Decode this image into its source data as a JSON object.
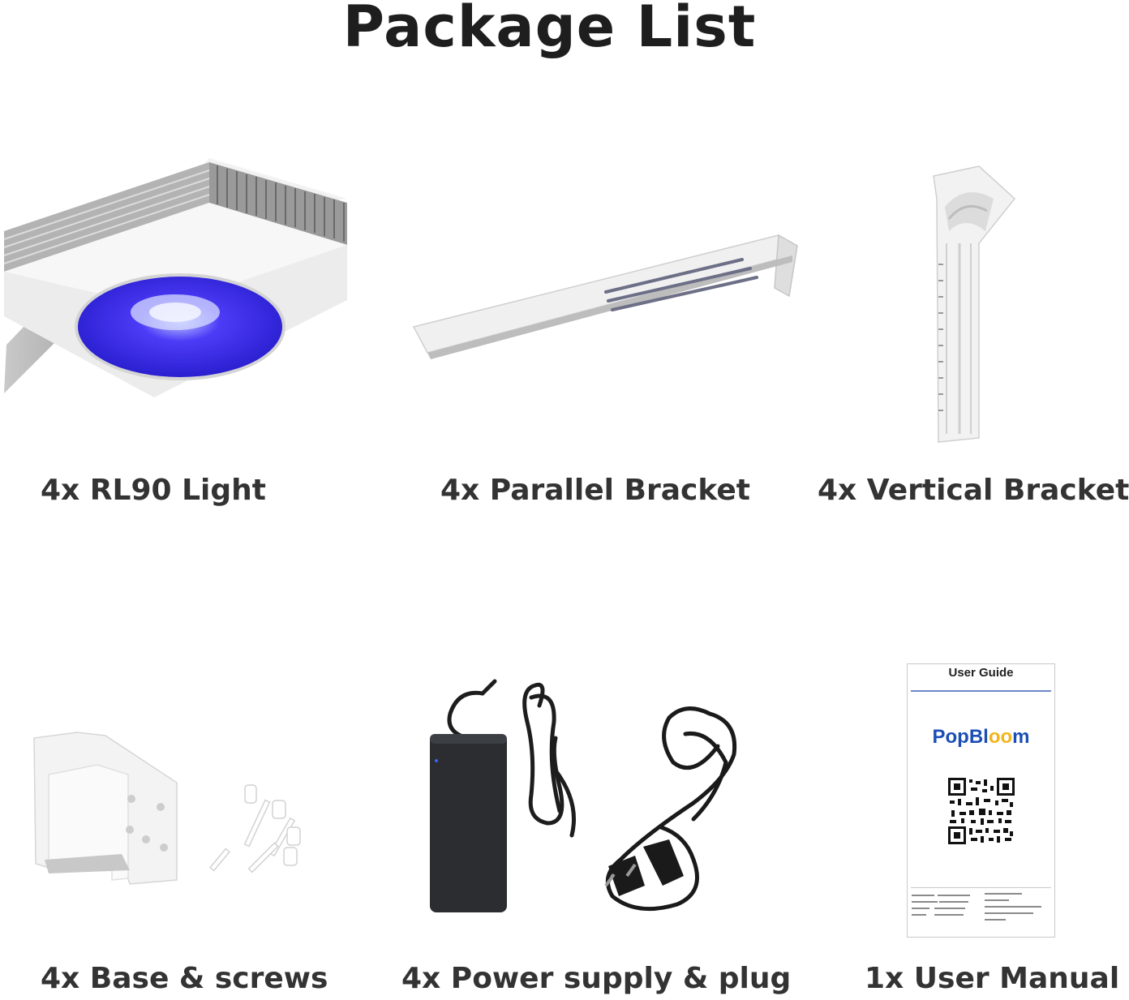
{
  "title": "Package List",
  "items": [
    {
      "label": "4x RL90 Light",
      "icon": "led-light-icon"
    },
    {
      "label": "4x Parallel Bracket",
      "icon": "parallel-bracket-icon"
    },
    {
      "label": "4x Vertical Bracket",
      "icon": "vertical-bracket-icon"
    },
    {
      "label": "4x Base & screws",
      "icon": "base-screws-icon"
    },
    {
      "label": "4x Power supply & plug",
      "icon": "power-supply-icon"
    },
    {
      "label": "1x User Manual",
      "icon": "user-manual-icon"
    }
  ],
  "manual": {
    "heading": "User Guide",
    "brand_a": "PopBl",
    "brand_b": "oo",
    "brand_c": "m"
  },
  "colors": {
    "accent_blue": "#3a2df0",
    "brand_blue": "#1b4fb5",
    "brand_yellow": "#f2b51c"
  }
}
